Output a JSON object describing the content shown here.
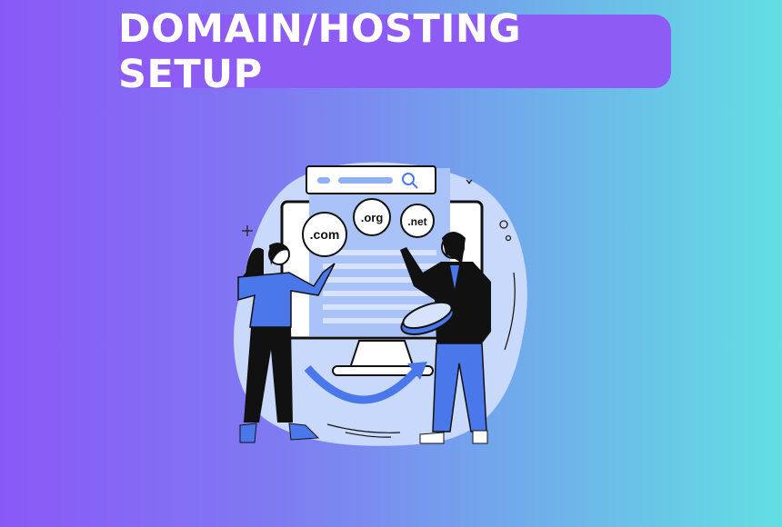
{
  "title": "DOMAIN/HOSTING SETUP",
  "illustration": {
    "domains": [
      ".com",
      ".org",
      ".net"
    ],
    "icons": [
      "search-icon",
      "monitor",
      "coin-icon",
      "sparkle-icon"
    ]
  },
  "colors": {
    "accent": "#4a78ea",
    "blob": "#c9d9fb",
    "title_bg": "#8c5cf4"
  }
}
